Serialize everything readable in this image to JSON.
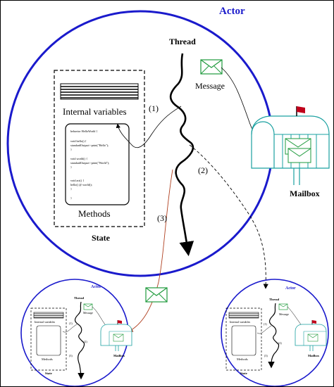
{
  "main": {
    "actor_title": "Actor",
    "thread_label": "Thread",
    "message_label": "Message",
    "internal_variables_label": "Internal variables",
    "methods_label": "Methods",
    "state_label": "State",
    "mailbox_label": "Mailbox",
    "path_labels": [
      "(1)",
      "(2)",
      "(3)"
    ],
    "code_lines": [
      "behavior HelloWorld {",
      "",
      "  void hello() {",
      "    standardOutput<-print(\"Hello\");",
      "  }",
      "",
      "  void world() {",
      "    standardOutput<-print(\"World\");",
      "  }",
      "",
      "  void act() {",
      "    hello() @ world();",
      "  }",
      "",
      "}"
    ]
  },
  "left_actor": {
    "actor_title": "Actor",
    "thread_label": "Thread",
    "message_label": "Message",
    "internal_variables_label": "Internal variables",
    "methods_label": "Methods",
    "state_label": "State",
    "mailbox_label": "Mailbox",
    "path_labels": [
      "(1)",
      "(2)",
      "(3)"
    ]
  },
  "right_actor": {
    "actor_title": "Actor",
    "thread_label": "Thread",
    "message_label": "Message",
    "internal_variables_label": "Internal variables",
    "methods_label": "Methods",
    "state_label": "State",
    "mailbox_label": "Mailbox",
    "path_labels": [
      "(1)",
      "(2)",
      "(3)"
    ]
  },
  "colors": {
    "actor_circle": "#1a1acc",
    "envelope": "#1e9a3c",
    "mailbox": "#1aa0a0",
    "flag": "#c0001a",
    "path3": "#b04020"
  }
}
